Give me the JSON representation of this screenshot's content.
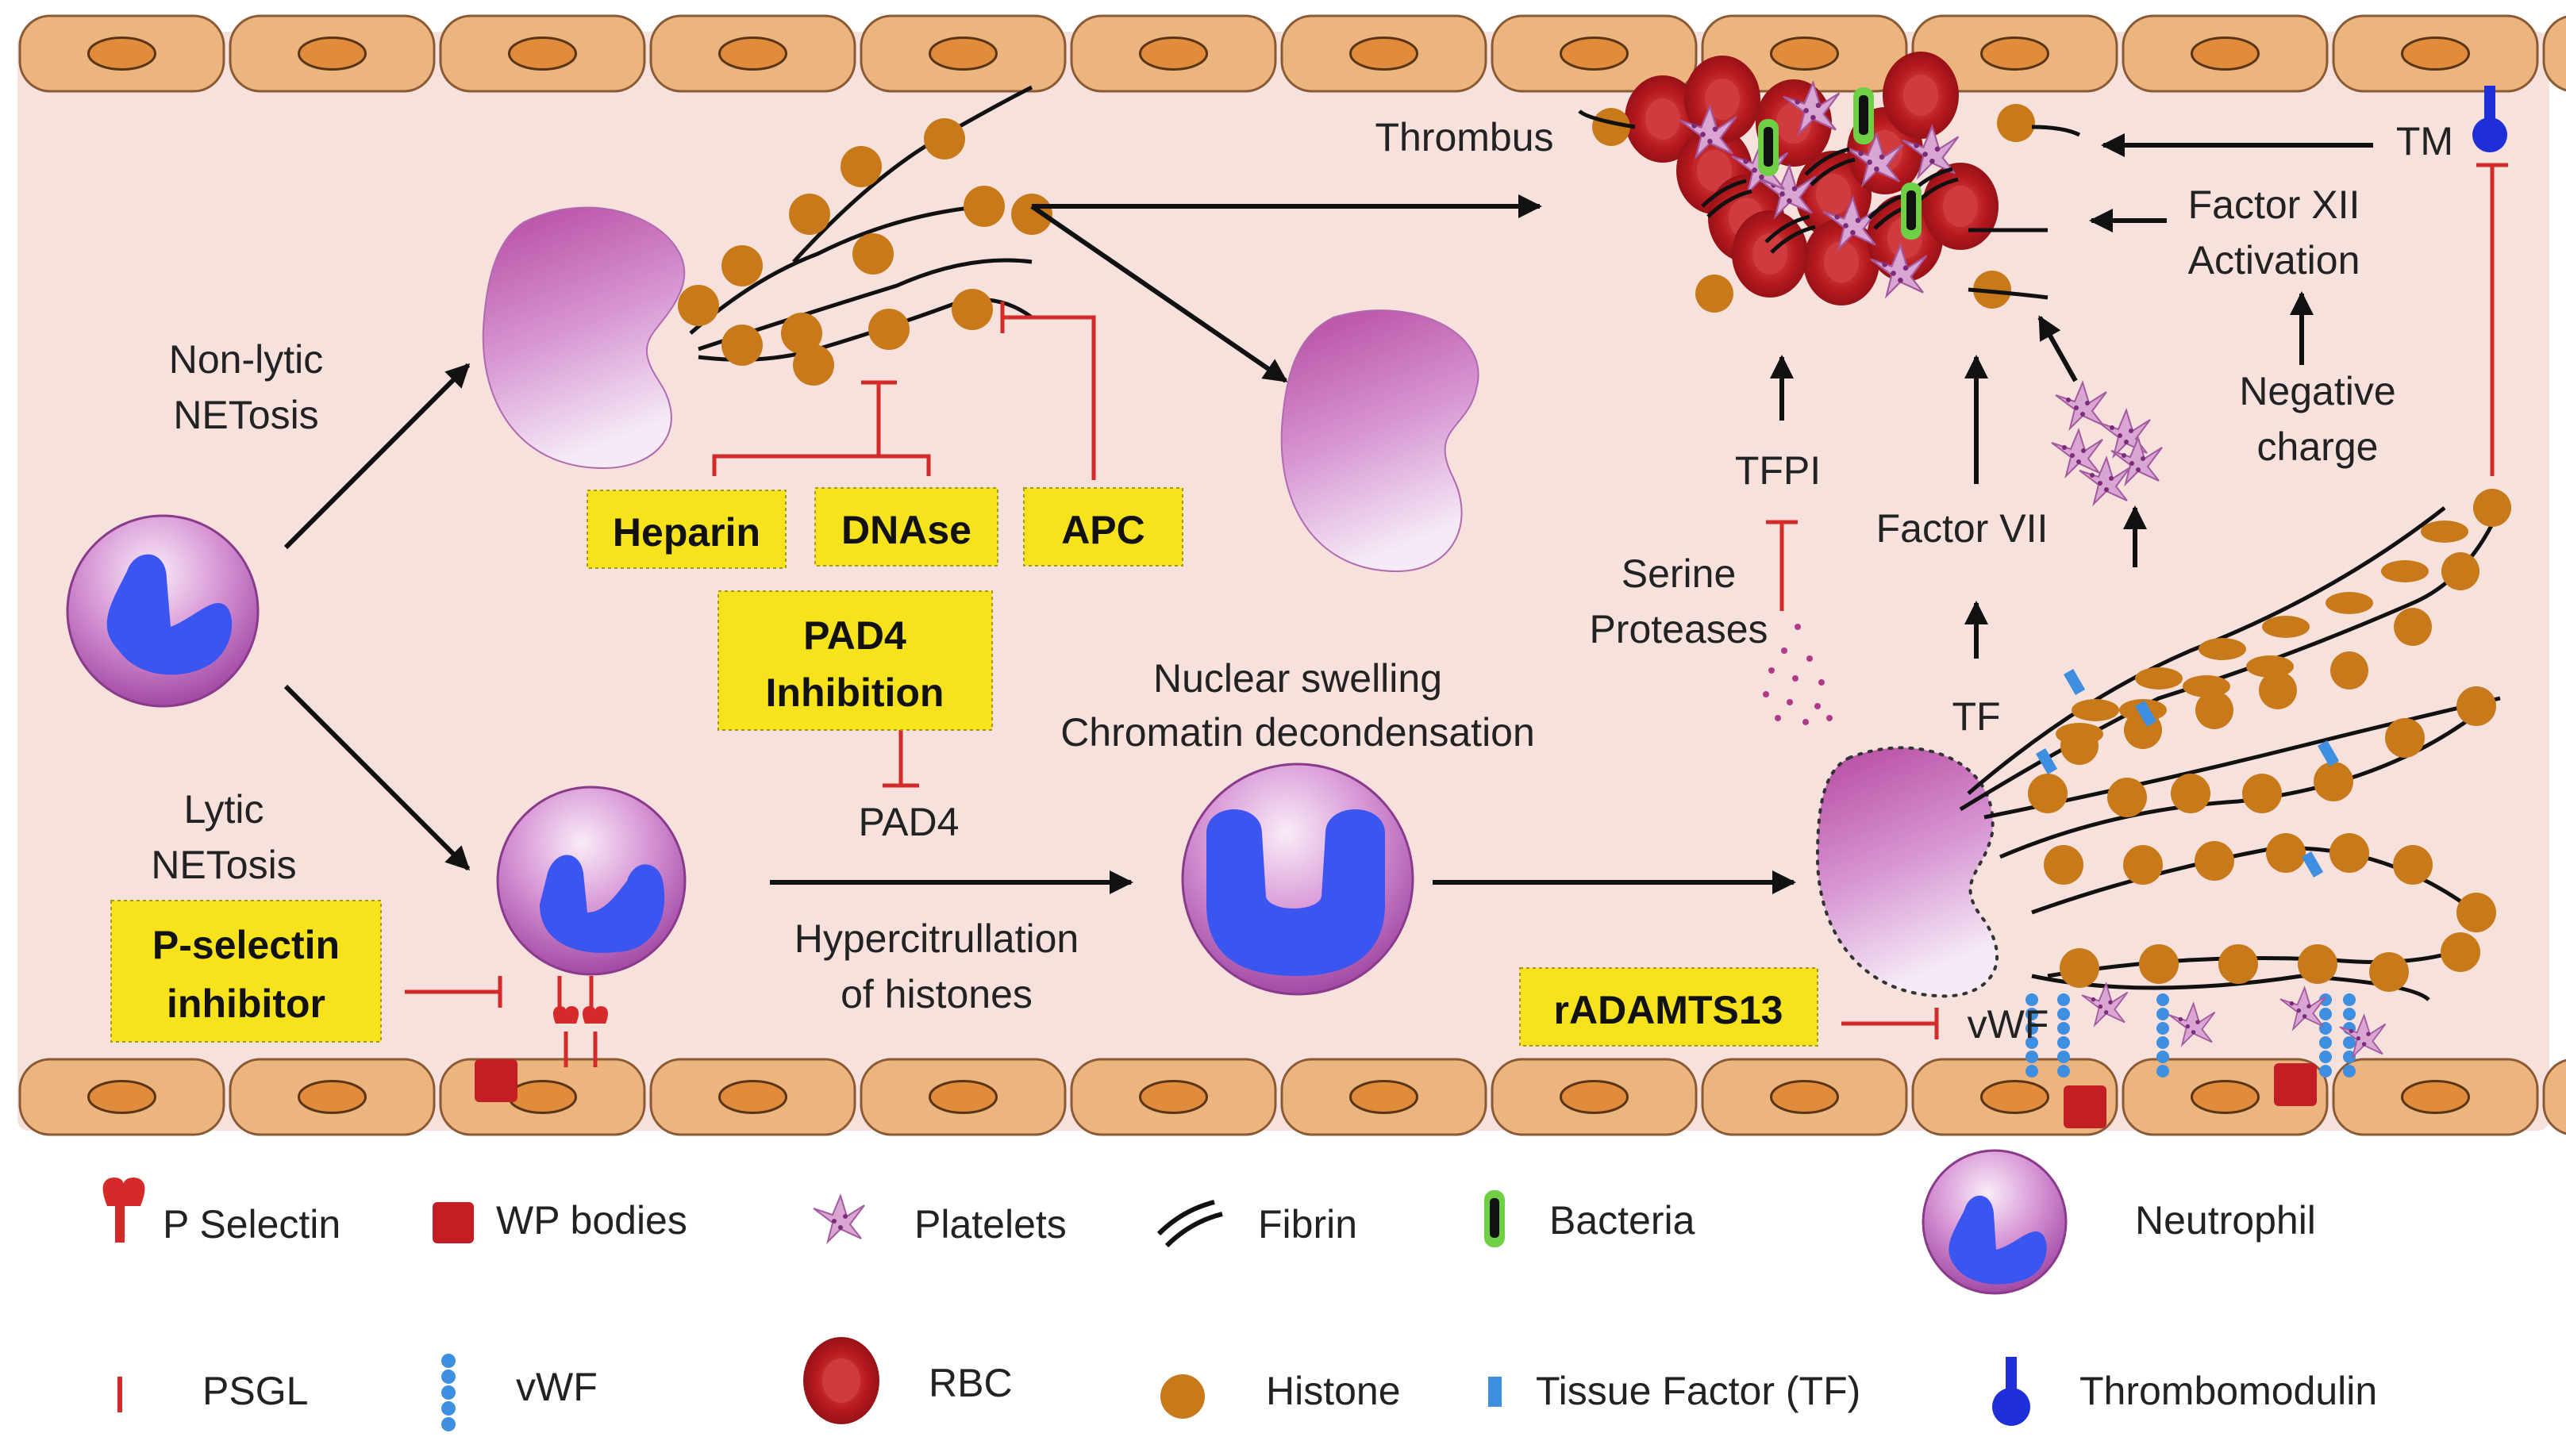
{
  "diagram": {
    "labels": {
      "non_lytic": [
        "Non-lytic",
        "NETosis"
      ],
      "lytic": [
        "Lytic",
        "NETosis"
      ],
      "thrombus": "Thrombus",
      "tm": "TM",
      "factor_xii": [
        "Factor XII",
        "Activation"
      ],
      "negative_charge": [
        "Negative",
        "charge"
      ],
      "tfpi": "TFPI",
      "factor_vii": "Factor VII",
      "serine_proteases": [
        "Serine",
        "Proteases"
      ],
      "tf": "TF",
      "nuclear_swelling": [
        "Nuclear swelling",
        "Chromatin decondensation"
      ],
      "pad4": "PAD4",
      "hypercitrullation": [
        "Hypercitrullation",
        "of histones"
      ],
      "vwf": "vWF"
    },
    "inhibitor_boxes": {
      "heparin": "Heparin",
      "dnase": "DNAse",
      "apc": "APC",
      "pad4_inhibition": [
        "PAD4",
        "Inhibition"
      ],
      "p_selectin_inhibitor": [
        "P-selectin",
        "inhibitor"
      ],
      "radamts13": "rADAMTS13"
    }
  },
  "legend": {
    "row1": [
      {
        "icon": "p-selectin-icon",
        "label": "P Selectin"
      },
      {
        "icon": "wp-bodies-icon",
        "label": "WP bodies"
      },
      {
        "icon": "platelets-icon",
        "label": "Platelets"
      },
      {
        "icon": "fibrin-icon",
        "label": "Fibrin"
      },
      {
        "icon": "bacteria-icon",
        "label": "Bacteria"
      },
      {
        "icon": "neutrophil-icon",
        "label": "Neutrophil"
      }
    ],
    "row2": [
      {
        "icon": "psgl-icon",
        "label": "PSGL"
      },
      {
        "icon": "vwf-icon",
        "label": "vWF"
      },
      {
        "icon": "rbc-icon",
        "label": "RBC"
      },
      {
        "icon": "histone-icon",
        "label": "Histone"
      },
      {
        "icon": "tissue-factor-icon",
        "label": "Tissue Factor (TF)"
      },
      {
        "icon": "thrombomodulin-icon",
        "label": "Thrombomodulin"
      }
    ]
  },
  "colors": {
    "vessel_background": "#f7e1dd",
    "endothelial_cell": "#ecb47e",
    "endothelial_nucleus": "#e08c3c",
    "histone": "#c87a1b",
    "inhibitor_box": "#f7e31b",
    "inhibition_line": "#d42a2a",
    "rbc": "#c81e24",
    "bacteria_green": "#6fcf45",
    "tissue_factor": "#3f8fe0",
    "thrombomodulin": "#1f2fd8",
    "neutrophil_nucleus": "#3a55f0",
    "neutrophil_cytoplasm": "#c783c9"
  }
}
